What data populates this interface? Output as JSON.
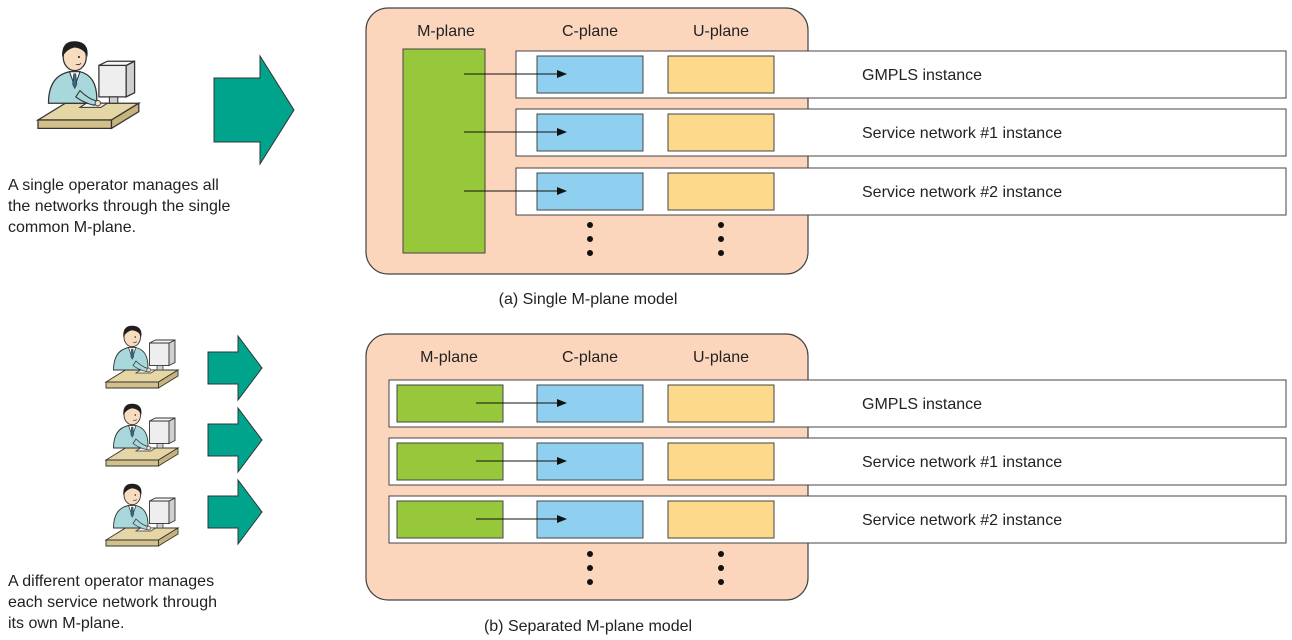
{
  "colors": {
    "panel_fill": "#fbd6bd",
    "mplane_fill": "#97c83c",
    "cplane_fill": "#8fd0f0",
    "uplane_fill": "#fdd98c",
    "arrow_fill": "#00a48d",
    "operator_shirt": "#a8d8dc",
    "operator_desk": "#e5d6a6"
  },
  "panel_a": {
    "headers": {
      "m": "M-plane",
      "c": "C-plane",
      "u": "U-plane"
    },
    "rows": [
      "GMPLS instance",
      "Service network #1 instance",
      "Service network #2 instance"
    ],
    "caption": "(a) Single M-plane model",
    "description": "A single operator manages all\nthe networks through the single\ncommon M-plane."
  },
  "panel_b": {
    "headers": {
      "m": "M-plane",
      "c": "C-plane",
      "u": "U-plane"
    },
    "rows": [
      "GMPLS instance",
      "Service network #1 instance",
      "Service network #2 instance"
    ],
    "caption": "(b) Separated M-plane model",
    "description": "A different operator manages\neach service network through\nits own M-plane."
  }
}
